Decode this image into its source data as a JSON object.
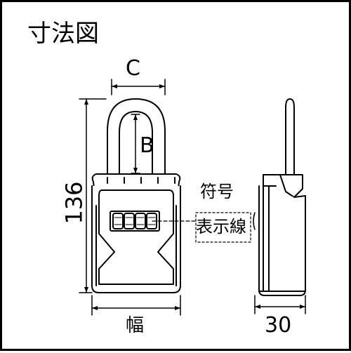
{
  "title": "寸法図",
  "dimensions": {
    "c_label": "C",
    "b_label": "B",
    "height_label": "136",
    "width_label": "幅",
    "depth_label": "30"
  },
  "annotation": {
    "line1": "符号",
    "line2": "表示線"
  },
  "colors": {
    "line": "#000000",
    "background": "#ffffff",
    "body_fill": "#ffffff"
  }
}
